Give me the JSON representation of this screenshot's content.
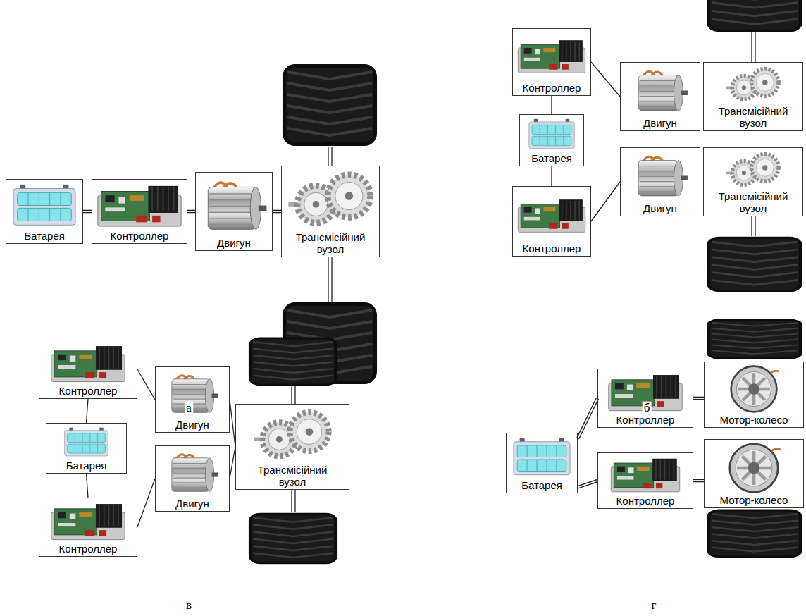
{
  "diagram": {
    "nodes": [
      {
        "text": [
          "Батарея"
        ]
      },
      {
        "text": [
          "Контроллер"
        ]
      },
      {
        "text": [
          "Двигун"
        ]
      },
      {
        "text": [
          "Трансмісійний вузол"
        ]
      },
      {
        "text": [
          "Контроллер"
        ]
      },
      {
        "text": [
          "Батарея"
        ]
      },
      {
        "text": [
          "Контроллер"
        ]
      },
      {
        "text": [
          "Двигун"
        ]
      },
      {
        "text": [
          "Двигун"
        ]
      },
      {
        "text": [
          "Трансмісійний вузол"
        ]
      },
      {
        "text": [
          "Трансмісійний вузол"
        ]
      },
      {
        "text": [
          "Контроллер"
        ]
      },
      {
        "text": [
          "Батарея"
        ]
      },
      {
        "text": [
          "Контроллер"
        ]
      },
      {
        "text": [
          "Двигун"
        ]
      },
      {
        "text": [
          "Двигун"
        ]
      },
      {
        "text": [
          "Трансмісійний вузол"
        ]
      },
      {
        "text": [
          "Батарея"
        ]
      },
      {
        "text": [
          "Контроллер"
        ]
      },
      {
        "text": [
          "Контроллер"
        ]
      },
      {
        "text": [
          "Мотор-колесо"
        ]
      },
      {
        "text": [
          "Мотор-колесо"
        ]
      }
    ],
    "edges": [
      {
        "from": 0,
        "to": 1,
        "arrow": "none"
      },
      {
        "from": 1,
        "to": 2,
        "arrow": "none"
      },
      {
        "from": 2,
        "to": 3,
        "arrow": "none"
      },
      {
        "from": 5,
        "to": 4,
        "arrow": "none"
      },
      {
        "from": 5,
        "to": 6,
        "arrow": "none"
      },
      {
        "from": 4,
        "to": 7,
        "arrow": "none"
      },
      {
        "from": 6,
        "to": 8,
        "arrow": "none"
      },
      {
        "from": 12,
        "to": 11,
        "arrow": "none"
      },
      {
        "from": 12,
        "to": 13,
        "arrow": "none"
      },
      {
        "from": 11,
        "to": 14,
        "arrow": "none"
      },
      {
        "from": 13,
        "to": 15,
        "arrow": "none"
      },
      {
        "from": 14,
        "to": 16,
        "arrow": "none"
      },
      {
        "from": 15,
        "to": 16,
        "arrow": "none"
      },
      {
        "from": 17,
        "to": 18,
        "arrow": "none"
      },
      {
        "from": 17,
        "to": 19,
        "arrow": "none"
      },
      {
        "from": 18,
        "to": 20,
        "arrow": "none"
      },
      {
        "from": 19,
        "to": 21,
        "arrow": "none"
      }
    ],
    "labels": [
      "а",
      "б",
      "в",
      "г"
    ]
  }
}
